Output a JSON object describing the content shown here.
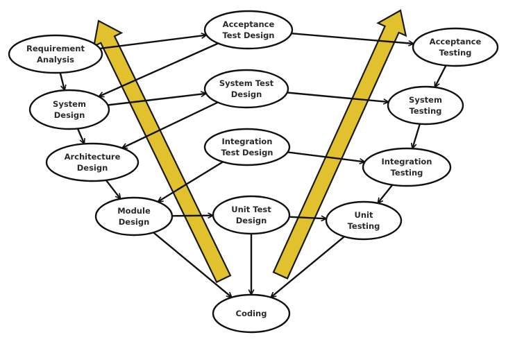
{
  "diagram": {
    "type": "V-model",
    "colors": {
      "node_fill": "#ffffff",
      "node_stroke": "#111111",
      "edge": "#111111",
      "progress_arrow_fill": "#e2c12e",
      "progress_arrow_stroke": "#1a1a1a",
      "text": "#2a2a2a"
    },
    "nodes": [
      {
        "id": "req",
        "lines": [
          "Requirement",
          "Analysis"
        ]
      },
      {
        "id": "sysd",
        "lines": [
          "System",
          "Design"
        ]
      },
      {
        "id": "arch",
        "lines": [
          "Architecture",
          "Design"
        ]
      },
      {
        "id": "mod",
        "lines": [
          "Module",
          "Design"
        ]
      },
      {
        "id": "atd",
        "lines": [
          "Acceptance",
          "Test Design"
        ]
      },
      {
        "id": "std",
        "lines": [
          "System Test",
          "Design"
        ]
      },
      {
        "id": "itd",
        "lines": [
          "Integration",
          "Test Design"
        ]
      },
      {
        "id": "utd",
        "lines": [
          "Unit Test",
          "Design"
        ]
      },
      {
        "id": "at",
        "lines": [
          "Acceptance",
          "Testing"
        ]
      },
      {
        "id": "st",
        "lines": [
          "System",
          "Testing"
        ]
      },
      {
        "id": "it",
        "lines": [
          "Integration",
          "Testing"
        ]
      },
      {
        "id": "ut",
        "lines": [
          "Unit",
          "Testing"
        ]
      },
      {
        "id": "code",
        "lines": [
          "Coding"
        ]
      }
    ],
    "edges": [
      {
        "from": "req",
        "to": "sysd"
      },
      {
        "from": "sysd",
        "to": "arch"
      },
      {
        "from": "arch",
        "to": "mod"
      },
      {
        "from": "req",
        "to": "atd"
      },
      {
        "from": "atd",
        "to": "sysd"
      },
      {
        "from": "sysd",
        "to": "std"
      },
      {
        "from": "std",
        "to": "arch"
      },
      {
        "from": "itd",
        "to": "mod"
      },
      {
        "from": "mod",
        "to": "utd"
      },
      {
        "from": "atd",
        "to": "at"
      },
      {
        "from": "std",
        "to": "st"
      },
      {
        "from": "itd",
        "to": "it"
      },
      {
        "from": "utd",
        "to": "ut"
      },
      {
        "from": "at",
        "to": "st"
      },
      {
        "from": "st",
        "to": "it"
      },
      {
        "from": "it",
        "to": "ut"
      },
      {
        "from": "mod",
        "to": "code"
      },
      {
        "from": "utd",
        "to": "code"
      },
      {
        "from": "ut",
        "to": "code"
      }
    ],
    "progress_arrows": [
      {
        "id": "left-progress-arrow",
        "direction": "up-left"
      },
      {
        "id": "right-progress-arrow",
        "direction": "up-right"
      }
    ]
  }
}
